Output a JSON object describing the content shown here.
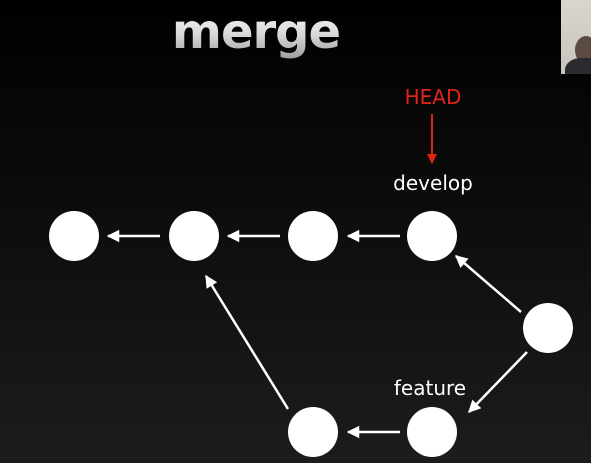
{
  "slide": {
    "title": "merge"
  },
  "diagram": {
    "head_label": "HEAD",
    "develop_label": "develop",
    "feature_label": "feature",
    "colors": {
      "background": "#0b0b0b",
      "node": "#ffffff",
      "arrow": "#ffffff",
      "head": "#e02418"
    }
  }
}
